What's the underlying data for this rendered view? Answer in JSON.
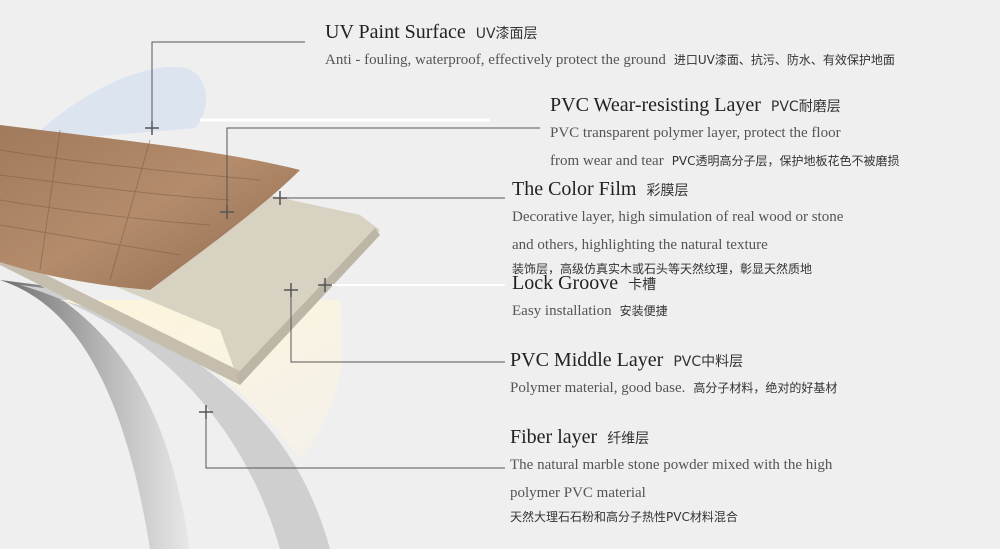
{
  "layers": [
    {
      "title": "UV Paint Surface",
      "title_cn": "UV漆面层",
      "desc": [
        "Anti - fouling, waterproof, effectively protect the ground"
      ],
      "desc_cn": "进口UV漆面、抗污、防水、有效保护地面"
    },
    {
      "title": "PVC Wear-resisting Layer",
      "title_cn": "PVC耐磨层",
      "desc": [
        "PVC transparent polymer layer, protect the floor",
        "from wear and tear"
      ],
      "desc_cn": "PVC透明高分子层，保护地板花色不被磨损"
    },
    {
      "title": "The Color Film",
      "title_cn": "彩膜层",
      "desc": [
        "Decorative layer, high simulation of real wood or stone",
        "and others, highlighting the natural texture"
      ],
      "desc_cn": "装饰层，高级仿真实木或石头等天然纹理，彰显天然质地"
    },
    {
      "title": "Lock Groove",
      "title_cn": "卡槽",
      "desc": [
        "Easy installation"
      ],
      "desc_cn": "安装便捷"
    },
    {
      "title": "PVC Middle Layer",
      "title_cn": "PVC中料层",
      "desc": [
        "Polymer material, good base."
      ],
      "desc_cn": "高分子材料，绝对的好基材"
    },
    {
      "title": "Fiber layer",
      "title_cn": "纤维层",
      "desc": [
        "The natural marble stone powder mixed with the high",
        "polymer PVC material"
      ],
      "desc_cn": "天然大理石石粉和高分子热性PVC材料混合"
    }
  ],
  "colors": {
    "background": "#efefef",
    "leader_line": "#555555",
    "wood": "#b0886a",
    "board": "#dcd6c8"
  }
}
